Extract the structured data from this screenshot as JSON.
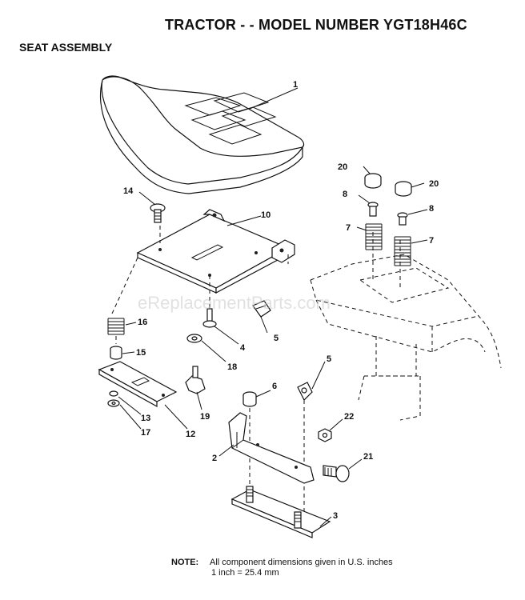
{
  "header": {
    "title": "TRACTOR - - MODEL NUMBER YGT18H46C",
    "section": "SEAT ASSEMBLY"
  },
  "watermark": "eReplacementParts.com",
  "callouts": [
    {
      "id": "c1",
      "label": "1"
    },
    {
      "id": "c2",
      "label": "2"
    },
    {
      "id": "c3",
      "label": "3"
    },
    {
      "id": "c4",
      "label": "4"
    },
    {
      "id": "c5a",
      "label": "5"
    },
    {
      "id": "c5b",
      "label": "5"
    },
    {
      "id": "c6",
      "label": "6"
    },
    {
      "id": "c7a",
      "label": "7"
    },
    {
      "id": "c7b",
      "label": "7"
    },
    {
      "id": "c8a",
      "label": "8"
    },
    {
      "id": "c8b",
      "label": "8"
    },
    {
      "id": "c10",
      "label": "10"
    },
    {
      "id": "c12",
      "label": "12"
    },
    {
      "id": "c13",
      "label": "13"
    },
    {
      "id": "c14",
      "label": "14"
    },
    {
      "id": "c15",
      "label": "15"
    },
    {
      "id": "c16",
      "label": "16"
    },
    {
      "id": "c17",
      "label": "17"
    },
    {
      "id": "c18",
      "label": "18"
    },
    {
      "id": "c19",
      "label": "19"
    },
    {
      "id": "c20a",
      "label": "20"
    },
    {
      "id": "c20b",
      "label": "20"
    },
    {
      "id": "c21",
      "label": "21"
    },
    {
      "id": "c22",
      "label": "22"
    }
  ],
  "note": {
    "label": "NOTE:",
    "line1": "All component dimensions given in U.S. inches",
    "line2": "1 inch = 25.4 mm"
  }
}
